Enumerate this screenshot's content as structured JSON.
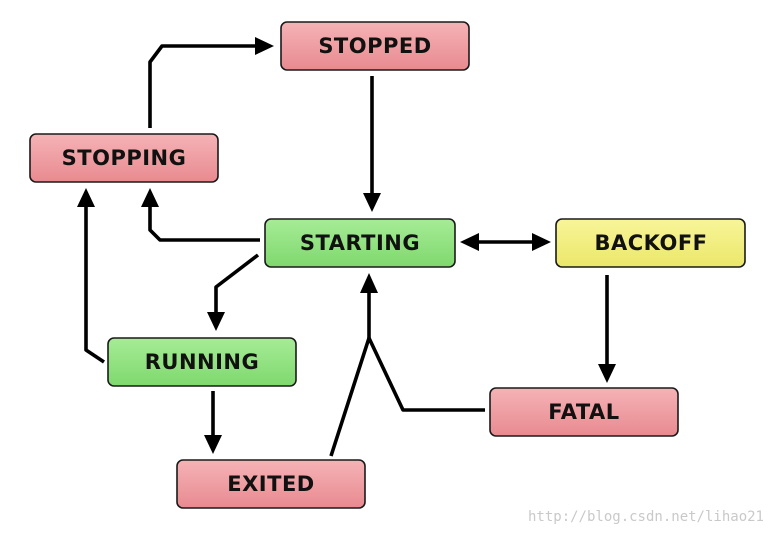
{
  "colors": {
    "red_state": "#ef9a9f",
    "green_state": "#8ee27d",
    "yellow_state": "#f2ef7e",
    "edge": "#000000"
  },
  "states": {
    "stopped": {
      "label": "STOPPED",
      "color": "red"
    },
    "stopping": {
      "label": "STOPPING",
      "color": "red"
    },
    "starting": {
      "label": "STARTING",
      "color": "green"
    },
    "backoff": {
      "label": "BACKOFF",
      "color": "yellow"
    },
    "running": {
      "label": "RUNNING",
      "color": "green"
    },
    "fatal": {
      "label": "FATAL",
      "color": "red"
    },
    "exited": {
      "label": "EXITED",
      "color": "red"
    }
  },
  "transitions": [
    {
      "from": "STOPPING",
      "to": "STOPPED"
    },
    {
      "from": "STOPPED",
      "to": "STARTING"
    },
    {
      "from": "STARTING",
      "to": "STOPPING"
    },
    {
      "from": "STARTING",
      "to": "BACKOFF"
    },
    {
      "from": "BACKOFF",
      "to": "STARTING"
    },
    {
      "from": "STARTING",
      "to": "RUNNING"
    },
    {
      "from": "RUNNING",
      "to": "STOPPING"
    },
    {
      "from": "RUNNING",
      "to": "EXITED"
    },
    {
      "from": "BACKOFF",
      "to": "FATAL"
    },
    {
      "from": "EXITED",
      "to": "STARTING"
    },
    {
      "from": "FATAL",
      "to": "STARTING"
    }
  ],
  "watermark": "http://blog.csdn.net/lihao21"
}
